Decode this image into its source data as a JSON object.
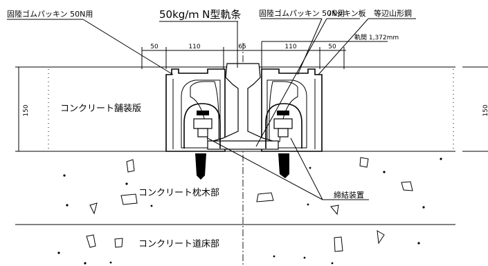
{
  "labels": {
    "packing_left": "固陸ゴムパッキン 50N用",
    "rail": "50kg/ｍ N型軌条",
    "packing_right": "固陸ゴムパッキン 50N用",
    "packing_plate": "パッキン板",
    "angle_steel": "等辺山形鋼",
    "gauge": "軌間 1,372mm",
    "concrete_pavement": "コンクリート舗装版",
    "concrete_sleeper": "コンクリート枕木部",
    "concrete_bed": "コンクリート道床部",
    "fastener": "締結装置"
  },
  "dimensions": {
    "d1": "50",
    "d2": "110",
    "d3": "65",
    "d4": "110",
    "d5": "50",
    "height_left": "150",
    "height_right": "150"
  }
}
